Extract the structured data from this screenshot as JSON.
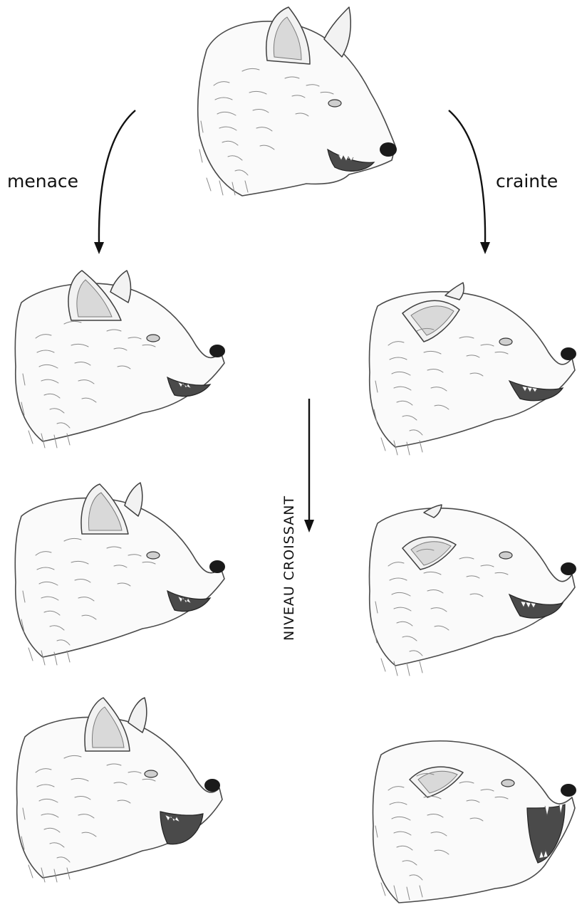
{
  "labels": {
    "left": "menace",
    "right": "crainte",
    "scale": "NIVEAU CROISSANT"
  },
  "heads": {
    "neutral": "neutral-wolf-head",
    "threat": [
      "threat-level-1",
      "threat-level-2",
      "threat-level-3"
    ],
    "fear": [
      "fear-level-1",
      "fear-level-2",
      "fear-level-3"
    ]
  },
  "colors": {
    "ink": "#111111",
    "background": "#ffffff",
    "nose": "#1a1a1a"
  }
}
